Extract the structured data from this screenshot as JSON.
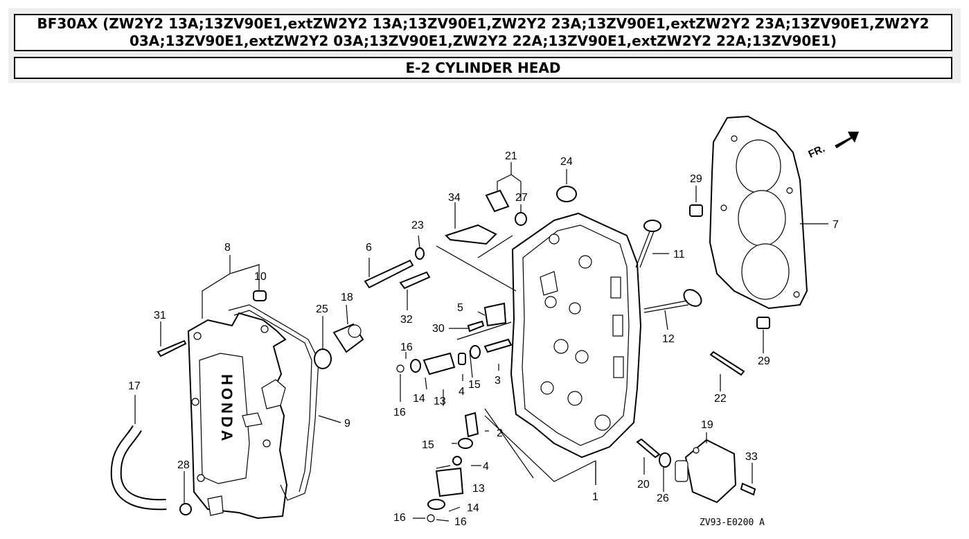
{
  "header": {
    "title": "BF30AX (ZW2Y2 13A;13ZV90E1,extZW2Y2 13A;13ZV90E1,ZW2Y2 23A;13ZV90E1,extZW2Y2 23A;13ZV90E1,ZW2Y2 03A;13ZV90E1,extZW2Y2 03A;13ZV90E1,ZW2Y2 22A;13ZV90E1,extZW2Y2 22A;13ZV90E1)",
    "subtitle": "E-2 CYLINDER HEAD"
  },
  "diagram": {
    "callouts": [
      "1",
      "2",
      "3",
      "4",
      "4",
      "5",
      "6",
      "7",
      "8",
      "9",
      "10",
      "11",
      "12",
      "13",
      "13",
      "14",
      "14",
      "15",
      "15",
      "16",
      "16",
      "16",
      "16",
      "17",
      "18",
      "19",
      "20",
      "21",
      "22",
      "23",
      "24",
      "25",
      "26",
      "27",
      "28",
      "29",
      "29",
      "30",
      "31",
      "32",
      "33",
      "34"
    ],
    "direction_label": "FR.",
    "cover_logo": "HONDA",
    "figure_code": "ZV93-E0200 A"
  }
}
